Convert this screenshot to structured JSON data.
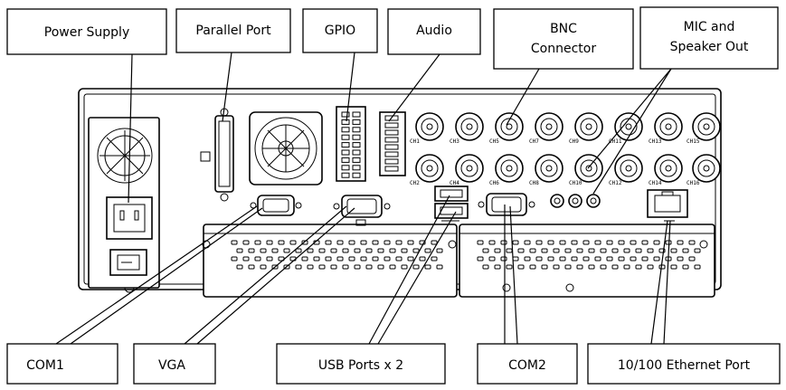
{
  "labels": {
    "power_supply": "Power Supply",
    "parallel_port": "Parallel Port",
    "gpio": "GPIO",
    "audio": "Audio",
    "bnc_line1": "BNC",
    "bnc_line2": "Connector",
    "mic_line1": "MIC and",
    "mic_line2": "Speaker Out",
    "com1": "COM1",
    "vga": "VGA",
    "usb": "USB Ports x 2",
    "com2": "COM2",
    "ethernet": "10/100 Ethernet Port"
  },
  "bnc": {
    "top_channels": [
      "CH1",
      "CH3",
      "CH5",
      "CH7",
      "CH9",
      "CH11",
      "CH13",
      "CH15"
    ],
    "bottom_channels": [
      "CH2",
      "CH4",
      "CH6",
      "CH8",
      "CH10",
      "CH12",
      "CH14",
      "CH16"
    ]
  }
}
